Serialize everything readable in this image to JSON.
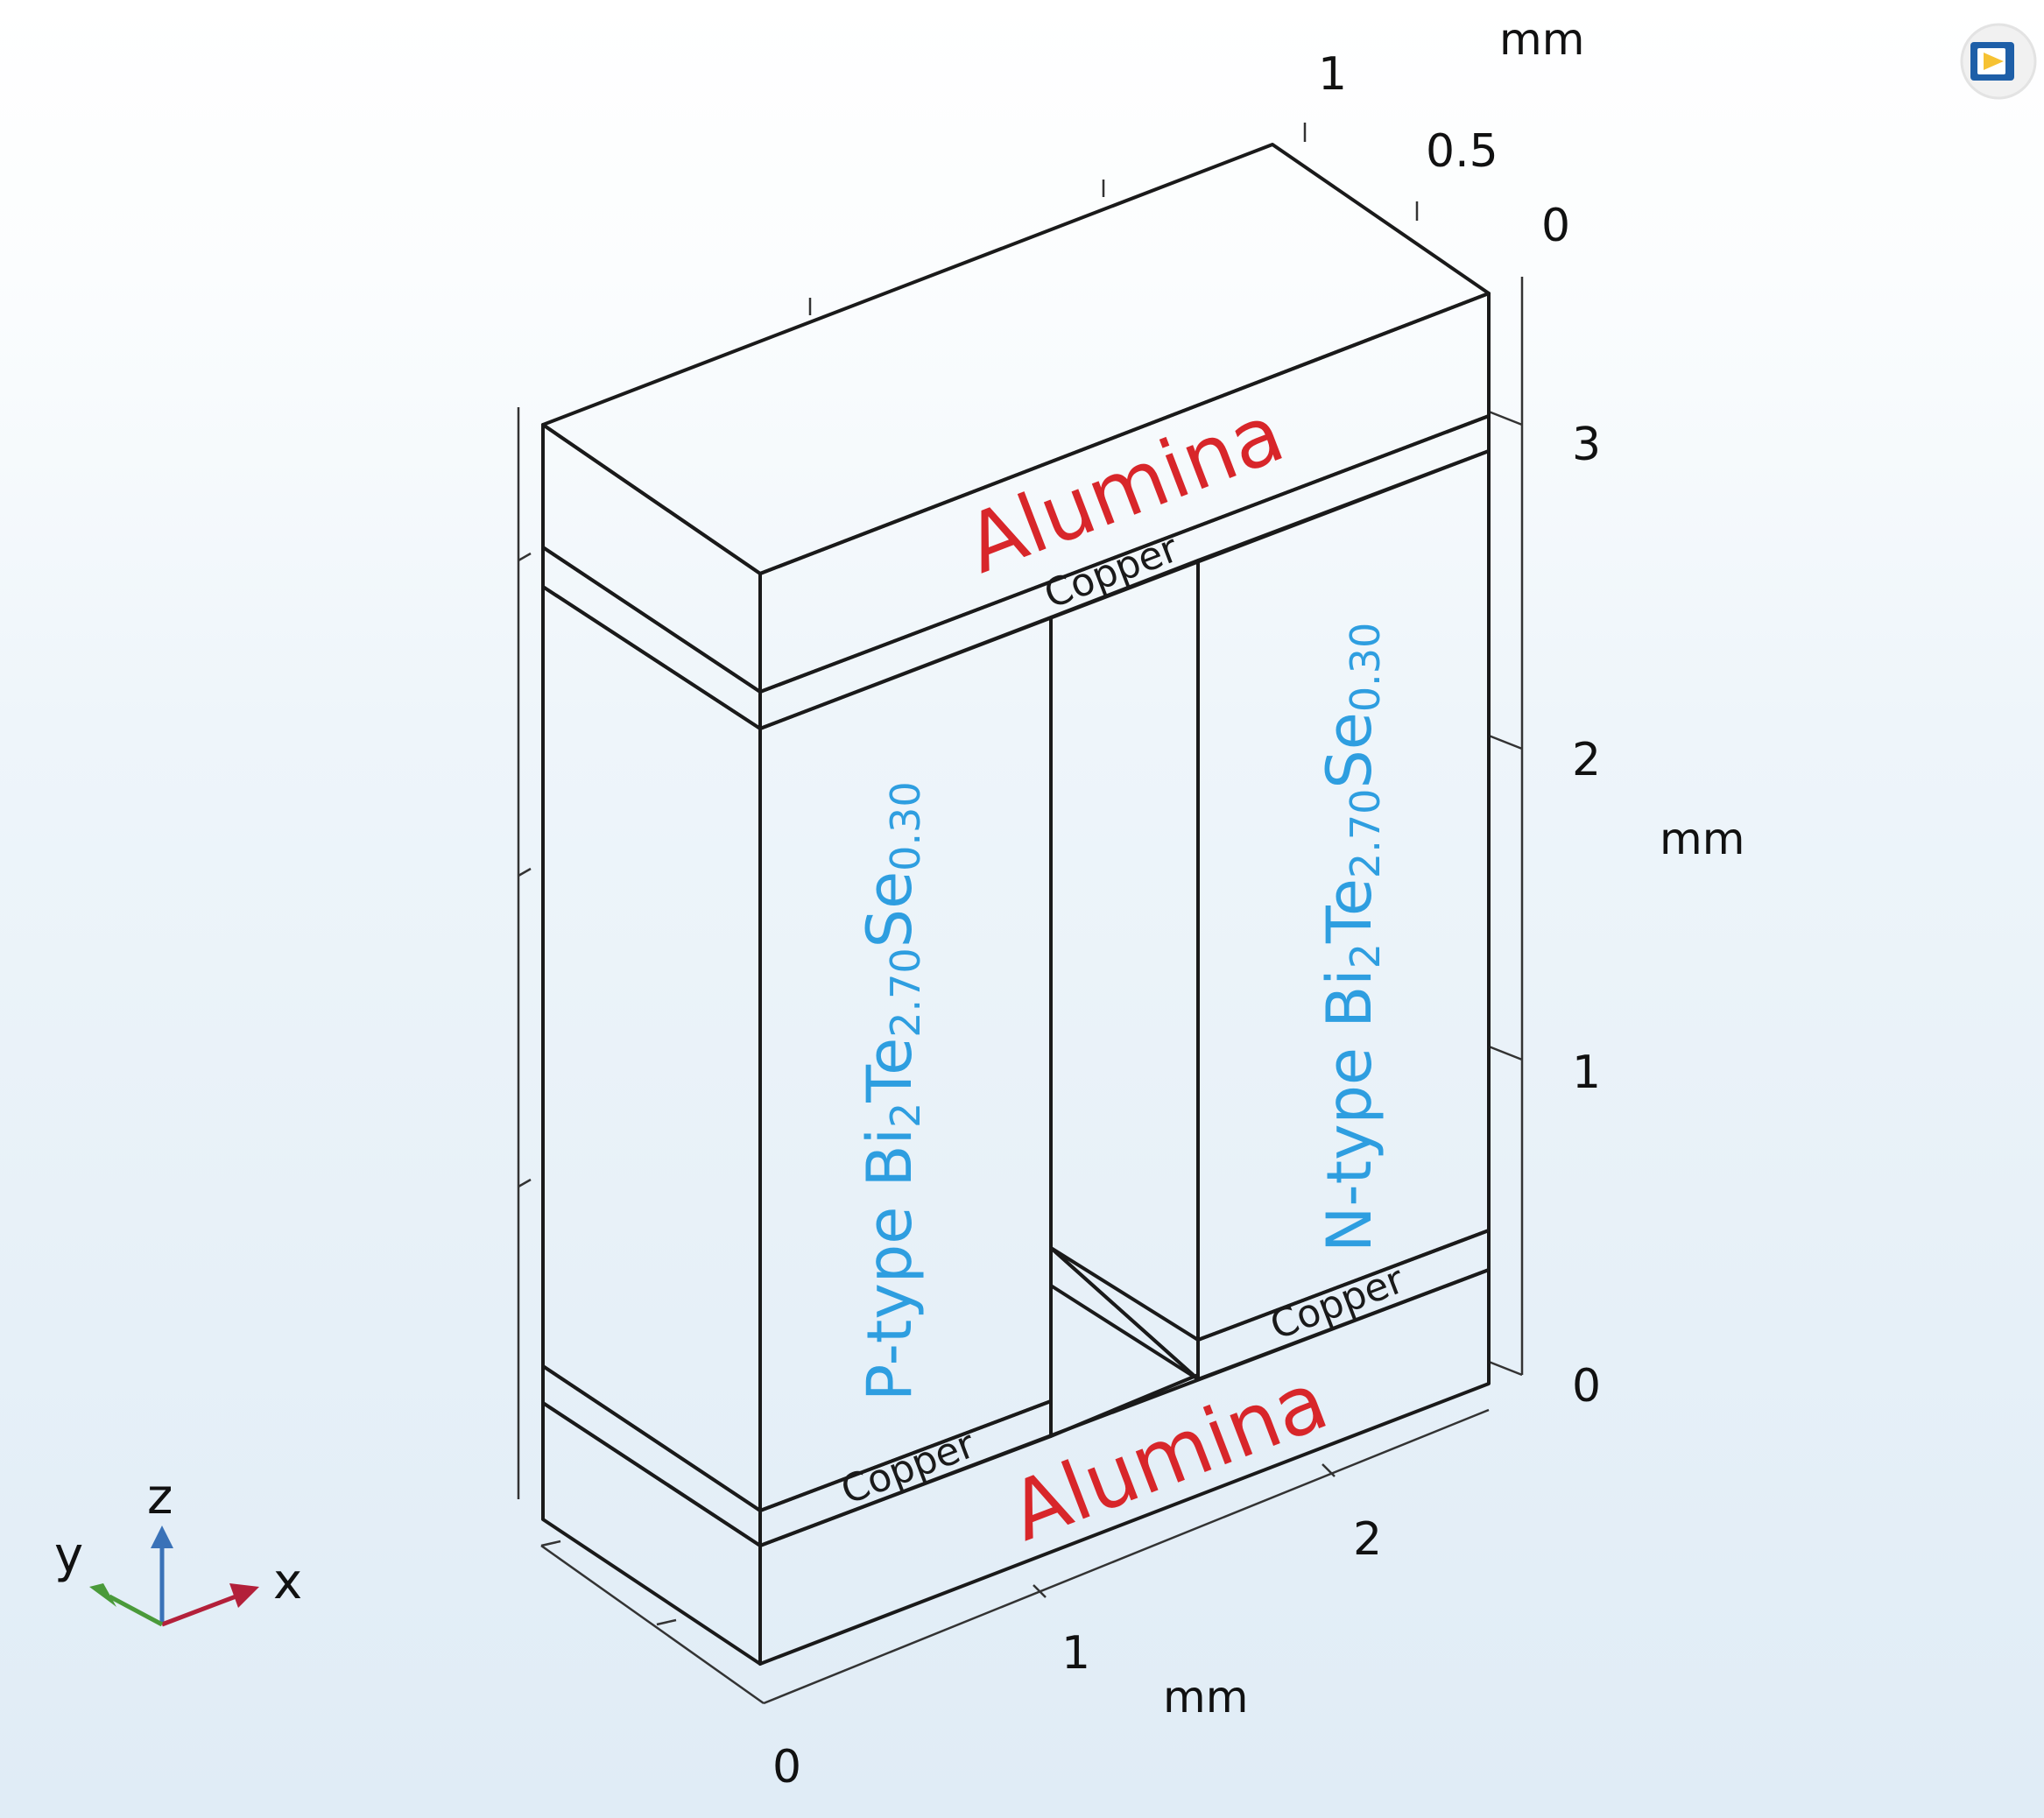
{
  "axes": {
    "x": {
      "unit": "mm",
      "ticks": [
        "0",
        "1",
        "2"
      ]
    },
    "y": {
      "unit": "mm",
      "ticks": [
        "0",
        "0.5",
        "1"
      ]
    },
    "z": {
      "unit": "mm",
      "ticks": [
        "0",
        "1",
        "2",
        "3"
      ]
    }
  },
  "labels": {
    "alumina_top": "Alumina",
    "alumina_bottom": "Alumina",
    "copper_top": "Copper",
    "copper_bottom_left": "Copper",
    "copper_bottom_right": "Copper",
    "p_type": {
      "prefix": "P-type Bi",
      "sub1": "2",
      "mid": "Te",
      "sub2": "2.70",
      "mid2": "Se",
      "sub3": "0.30"
    },
    "n_type": {
      "prefix": "N-type Bi",
      "sub1": "2",
      "mid": "Te",
      "sub2": "2.70",
      "mid2": "Se",
      "sub3": "0.30"
    }
  },
  "triad": {
    "x": "x",
    "y": "y",
    "z": "z"
  },
  "colors": {
    "block_fill": "#d3d3d3",
    "alumina": "#d8262a",
    "semiconductor": "#2e9ee0",
    "triad_x": "#b3203a",
    "triad_y": "#4a9a3a",
    "triad_z": "#3a72b8"
  },
  "corner_icon": "view-logo-icon"
}
